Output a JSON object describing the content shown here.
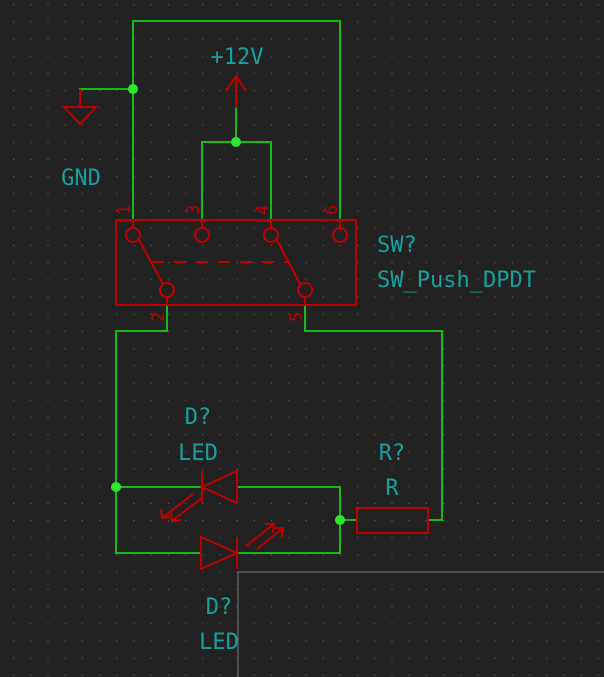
{
  "colors": {
    "background": "#222222",
    "grid_dot": "#5a5a5a",
    "wire": "#18b818",
    "junction": "#2ee62e",
    "symbol": "#c00000",
    "text": "#18a0a0",
    "sheet_border": "#7a7a7a"
  },
  "power": {
    "vcc_label": "+12V",
    "gnd_label": "GND"
  },
  "switch": {
    "reference": "SW?",
    "value": "SW_Push_DPDT",
    "pins": [
      "1",
      "3",
      "4",
      "6",
      "2",
      "5"
    ]
  },
  "led_top": {
    "reference": "D?",
    "value": "LED"
  },
  "led_bottom": {
    "reference": "D?",
    "value": "LED"
  },
  "resistor": {
    "reference": "R?",
    "value": "R"
  }
}
